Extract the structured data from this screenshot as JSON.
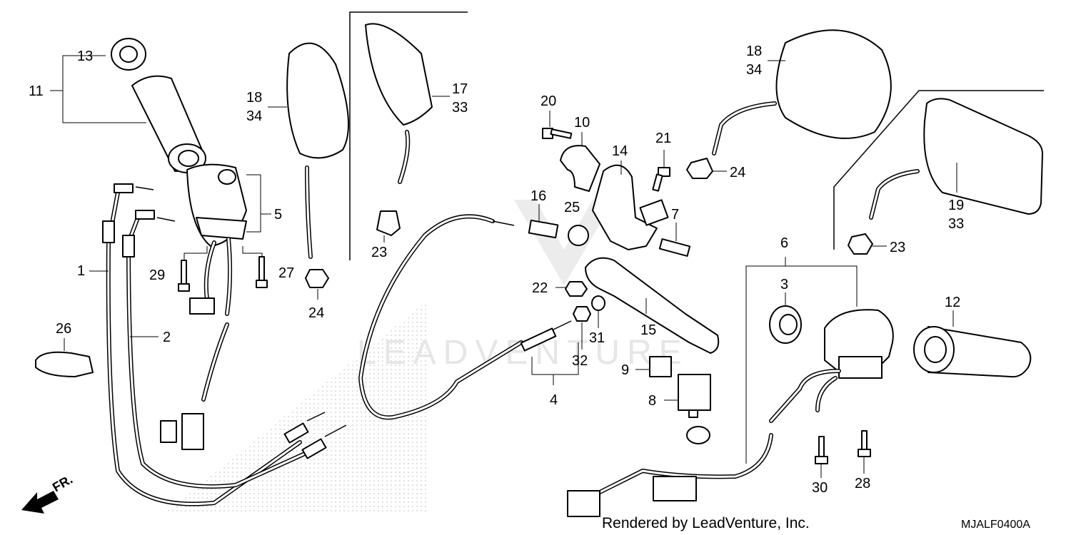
{
  "labels": {
    "l1": "1",
    "l2": "2",
    "l3": "3",
    "l4": "4",
    "l5": "5",
    "l6": "6",
    "l7": "7",
    "l8": "8",
    "l9": "9",
    "l10": "10",
    "l11": "11",
    "l12": "12",
    "l13": "13",
    "l14": "14",
    "l15": "15",
    "l16": "16",
    "l17a": "17",
    "l17b": "33",
    "l18a": "18",
    "l18b": "34",
    "l18c": "18",
    "l18d": "34",
    "l19a": "19",
    "l19b": "33",
    "l20": "20",
    "l21": "21",
    "l22": "22",
    "l23a": "23",
    "l23b": "23",
    "l24a": "24",
    "l24b": "24",
    "l25": "25",
    "l26": "26",
    "l27": "27",
    "l28": "28",
    "l29": "29",
    "l30": "30",
    "l31": "31",
    "l32": "32"
  },
  "direction": "FR.",
  "watermark": "LEADVENTURE",
  "footer": {
    "credit": "Rendered by LeadVenture, Inc.",
    "code": "MJALF0400A"
  }
}
